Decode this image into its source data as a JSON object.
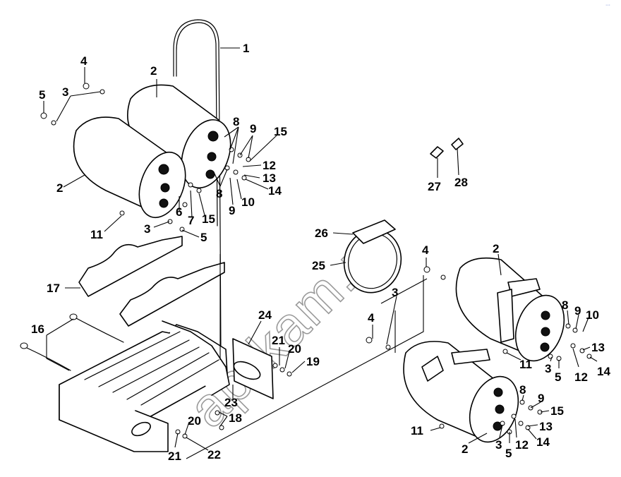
{
  "watermark": "ap-kam.ru",
  "corner_mark": "···",
  "callouts": [
    {
      "id": "c1",
      "text": "1"
    },
    {
      "id": "c2a",
      "text": "2"
    },
    {
      "id": "c2b",
      "text": "2"
    },
    {
      "id": "c3a",
      "text": "3"
    },
    {
      "id": "c4a",
      "text": "4"
    },
    {
      "id": "c5a",
      "text": "5"
    },
    {
      "id": "c8a",
      "text": "8"
    },
    {
      "id": "c9a",
      "text": "9"
    },
    {
      "id": "c15a",
      "text": "15"
    },
    {
      "id": "c12a",
      "text": "12"
    },
    {
      "id": "c13a",
      "text": "13"
    },
    {
      "id": "c14a",
      "text": "14"
    },
    {
      "id": "c8b",
      "text": "8"
    },
    {
      "id": "c9b",
      "text": "9"
    },
    {
      "id": "c10a",
      "text": "10"
    },
    {
      "id": "c6",
      "text": "6"
    },
    {
      "id": "c7",
      "text": "7"
    },
    {
      "id": "c15b",
      "text": "15"
    },
    {
      "id": "c11a",
      "text": "11"
    },
    {
      "id": "c3b",
      "text": "3"
    },
    {
      "id": "c5b",
      "text": "5"
    },
    {
      "id": "c27",
      "text": "27"
    },
    {
      "id": "c28",
      "text": "28"
    },
    {
      "id": "c26",
      "text": "26"
    },
    {
      "id": "c25",
      "text": "25"
    },
    {
      "id": "c17",
      "text": "17"
    },
    {
      "id": "c16",
      "text": "16"
    },
    {
      "id": "c24",
      "text": "24"
    },
    {
      "id": "c21a",
      "text": "21"
    },
    {
      "id": "c20a",
      "text": "20"
    },
    {
      "id": "c19",
      "text": "19"
    },
    {
      "id": "c23",
      "text": "23"
    },
    {
      "id": "c18",
      "text": "18"
    },
    {
      "id": "c20b",
      "text": "20"
    },
    {
      "id": "c21b",
      "text": "21"
    },
    {
      "id": "c22",
      "text": "22"
    },
    {
      "id": "c4b",
      "text": "4"
    },
    {
      "id": "c2c",
      "text": "2"
    },
    {
      "id": "c3c",
      "text": "3"
    },
    {
      "id": "c8c",
      "text": "8"
    },
    {
      "id": "c9c",
      "text": "9"
    },
    {
      "id": "c10b",
      "text": "10"
    },
    {
      "id": "c13b",
      "text": "13"
    },
    {
      "id": "c11b",
      "text": "11"
    },
    {
      "id": "c3d",
      "text": "3"
    },
    {
      "id": "c5c",
      "text": "5"
    },
    {
      "id": "c12b",
      "text": "12"
    },
    {
      "id": "c14b",
      "text": "14"
    },
    {
      "id": "c4c",
      "text": "4"
    },
    {
      "id": "c8d",
      "text": "8"
    },
    {
      "id": "c9d",
      "text": "9"
    },
    {
      "id": "c15c",
      "text": "15"
    },
    {
      "id": "c13c",
      "text": "13"
    },
    {
      "id": "c11c",
      "text": "11"
    },
    {
      "id": "c2d",
      "text": "2"
    },
    {
      "id": "c3e",
      "text": "3"
    },
    {
      "id": "c12c",
      "text": "12"
    },
    {
      "id": "c14c",
      "text": "14"
    },
    {
      "id": "c5d",
      "text": "5"
    }
  ]
}
